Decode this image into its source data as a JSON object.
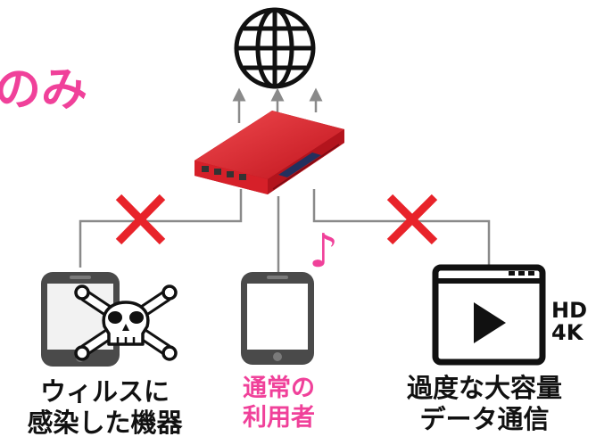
{
  "colors": {
    "accent": "#f0419a",
    "cross": "#e8232a",
    "line": "#8a8a8a",
    "server": "#d91e2a",
    "device": "#4a4a4a"
  },
  "title_fragment": "のみ",
  "note_glyph": "♪",
  "icons": [
    "globe-icon",
    "server-icon",
    "smartphone-icon",
    "skull-crossbones-icon",
    "video-player-icon",
    "cross-icon"
  ],
  "labels": {
    "left": [
      "ウィルスに",
      "感染した機器"
    ],
    "middle": [
      "通常の",
      "利用者"
    ],
    "right": [
      "過度な大容量",
      "データ通信"
    ],
    "resolution": [
      "HD",
      "4K"
    ]
  }
}
